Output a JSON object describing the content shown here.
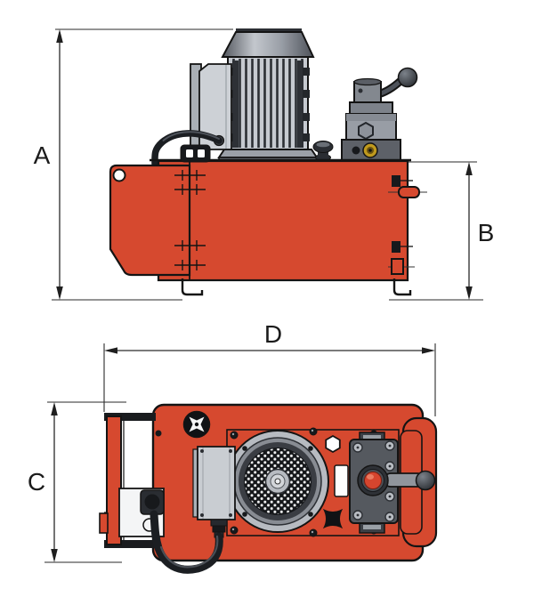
{
  "page": {
    "background": "#ffffff"
  },
  "drawing": {
    "kind": "two-view technical drawing",
    "subject": "hydraulic power unit with vertical electric motor, oil tank and control valve",
    "side_view": {
      "height_dim_label": "A",
      "tank_height_dim_label": "B"
    },
    "plan_view": {
      "width_dim_label": "D",
      "depth_dim_label": "C"
    }
  },
  "colors": {
    "body_red": "#d6492f",
    "outline": "#141414",
    "dimension_line": "#2a2a2a",
    "metal_light": "#c6cad0",
    "metal_mid": "#989da5",
    "metal_dark": "#55595f",
    "brass_port": "#c09a1e",
    "cable_black": "#1b1e22",
    "background": "#ffffff"
  },
  "icons": {
    "fan": "fan-grille-icon",
    "breather": "oil-breather-icon",
    "ports": "hydraulic-port-icon"
  }
}
